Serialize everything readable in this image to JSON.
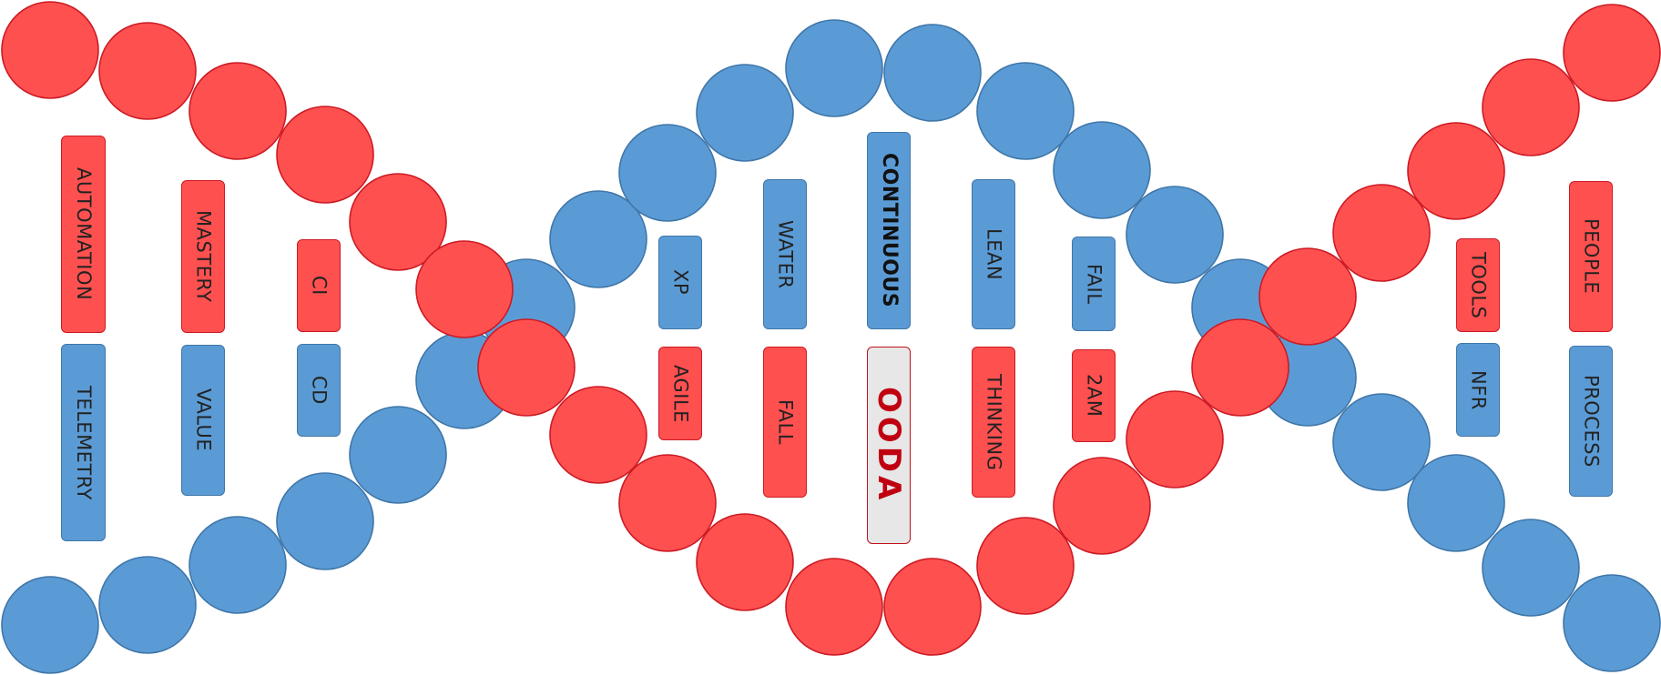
{
  "colors": {
    "red": "#ff5050",
    "blue": "#5b9bd5",
    "highlight_text": "#c00010"
  },
  "rungs": {
    "automation": "AUTOMATION",
    "telemetry": "TELEMETRY",
    "mastery": "MASTERY",
    "value": "VALUE",
    "ci": "CI",
    "cd": "CD",
    "xp": "XP",
    "agile": "AGILE",
    "water": "WATER",
    "fall": "FALL",
    "continuous": "CONTINUOUS",
    "ooda": "OODA",
    "lean": "LEAN",
    "thinking": "THINKING",
    "fail": "FAIL",
    "two_am": "2AM",
    "tools": "TOOLS",
    "nfr": "NFR",
    "people": "PEOPLE",
    "process": "PROCESS"
  }
}
